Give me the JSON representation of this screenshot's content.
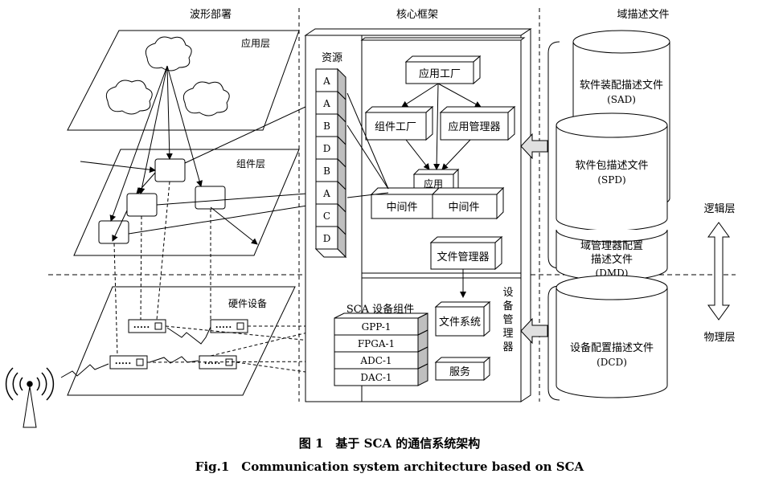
{
  "columns": {
    "waveform": "波形部署",
    "core": "核心框架",
    "domain": "域描述文件"
  },
  "waveform": {
    "app_layer": "应用层",
    "component_layer": "组件层",
    "hardware": "硬件设备"
  },
  "resources": {
    "title": "资源",
    "cells": [
      "A",
      "A",
      "B",
      "D",
      "B",
      "A",
      "C",
      "D"
    ]
  },
  "core": {
    "app_factory": "应用工厂",
    "component_factory": "组件工厂",
    "app_manager": "应用管理器",
    "application": "应用",
    "middleware_1": "中间件",
    "middleware_2": "中间件",
    "file_manager": "文件管理器",
    "sca_devices": "SCA 设备组件",
    "devices": [
      "GPP-1",
      "FPGA-1",
      "ADC-1",
      "DAC-1"
    ],
    "file_system": "文件系统",
    "service": "服务",
    "device_manager_chars": [
      "设",
      "备",
      "管",
      "理",
      "器"
    ]
  },
  "domain_files": {
    "sad_name": "软件装配描述文件",
    "sad_abbr": "(SAD)",
    "spd_name": "软件包描述文件",
    "spd_abbr": "(SPD)",
    "dmd_line1": "域管理器配置",
    "dmd_line2": "描述文件",
    "dmd_abbr": "(DMD)",
    "dcd_name": "设备配置描述文件",
    "dcd_abbr": "(DCD)"
  },
  "layers": {
    "logic": "逻辑层",
    "physical": "物理层"
  },
  "caption": {
    "cn": "图 1　基于 SCA 的通信系统架构",
    "en": "Fig.1　Communication system architecture based on SCA"
  }
}
